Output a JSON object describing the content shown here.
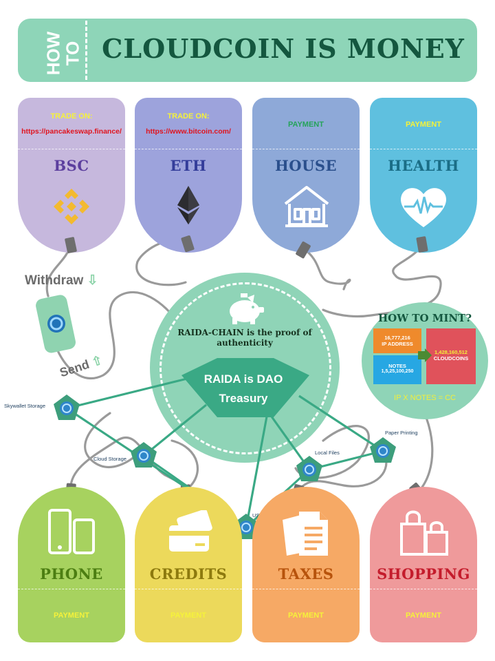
{
  "header": {
    "how": "HOW",
    "to": "TO",
    "title": "CLOUDCOIN IS MONEY"
  },
  "top_tags": [
    {
      "name": "BSC",
      "note": "TRADE ON:",
      "link": "https://pancakeswap.finance/",
      "color": "#c6b8dd",
      "name_color": "#5c3f9e",
      "icon": "binance-icon"
    },
    {
      "name": "ETH",
      "note": "TRADE ON:",
      "link": "https://www.bitcoin.com/",
      "color": "#9da3dc",
      "name_color": "#343d9a",
      "icon": "ethereum-icon"
    },
    {
      "name": "HOUSE",
      "note": "PAYMENT",
      "link": "",
      "color": "#8ea9d8",
      "name_color": "#2a4f8c",
      "icon": "house-icon"
    },
    {
      "name": "HEALTH",
      "note": "PAYMENT",
      "link": "",
      "color": "#5fc0df",
      "name_color": "#1a6d86",
      "icon": "heart-icon"
    }
  ],
  "bottom_tags": [
    {
      "name": "PHONE",
      "note": "PAYMENT",
      "color": "#a7d25f",
      "name_color": "#4c7e12",
      "icon": "phone-icon"
    },
    {
      "name": "CREDITS",
      "note": "PAYMENT",
      "color": "#ecd95b",
      "name_color": "#8d7a0e",
      "icon": "credit-card-icon"
    },
    {
      "name": "TAXES",
      "note": "PAYMENT",
      "color": "#f6a965",
      "name_color": "#b7530c",
      "icon": "document-icon"
    },
    {
      "name": "SHOPPING",
      "note": "PAYMENT",
      "color": "#ef9a9b",
      "name_color": "#c41c2c",
      "icon": "shopping-bag-icon"
    }
  ],
  "center": {
    "proof": "RAIDA-CHAIN  is the proof of authenticity",
    "dao_line1": "RAIDA is DAO",
    "dao_line2": "Treasury"
  },
  "wallet": {
    "withdraw": "Withdraw",
    "send": "Send"
  },
  "storage": {
    "skywallet": "Skywallet Storage",
    "cloud": "Cloud Storage",
    "usb": "USB drive",
    "local": "Local Files",
    "paper": "Paper Printing"
  },
  "mint": {
    "title": "HOW TO MINT?",
    "ip_value": "16,777,216",
    "ip_label": "IP ADDRESS",
    "notes_label": "NOTES",
    "notes_value": "1,5,25,100,250",
    "result_value": "1,428,160,512",
    "result_label": "CLOUDCOINS",
    "formula": "IP X NOTES = CC"
  },
  "colors": {
    "header_bg": "#8ed5b8",
    "title_color": "#14573f",
    "line_color": "#3aa985",
    "node_color": "#3d9e7c",
    "string_color": "#9a9a9a",
    "mint_orange": "#ef8a2c",
    "mint_blue": "#27a7e3",
    "mint_red": "#e0525b"
  }
}
